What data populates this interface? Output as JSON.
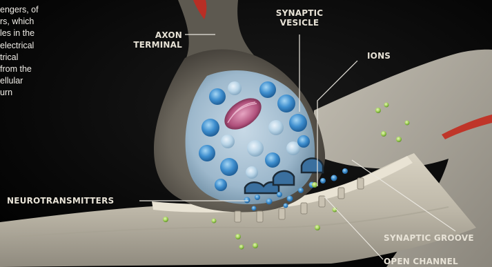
{
  "intro_lines": [
    "engers, of",
    "rs, which",
    "les in the",
    "electrical",
    "trical",
    "from the",
    "ellular",
    "urn"
  ],
  "labels": {
    "axon_terminal_line1": "AXON",
    "axon_terminal_line2": "TERMINAL",
    "synaptic_vesicle_line1": "SYNAPTIC",
    "synaptic_vesicle_line2": "VESICLE",
    "ions": "IONS",
    "neurotransmitters": "NEUROTRANSMITTERS",
    "synaptic_groove": "SYNAPTIC GROOVE",
    "open_channel": "OPEN CHANNEL"
  },
  "colors": {
    "label_text": "#e7e2d6",
    "leader_line": "#e9e6de",
    "vesicle": "#3f8fcf",
    "ion": "#9fcf56",
    "mitochondrion": "#b0517c",
    "membrane": "#d9d3c3"
  }
}
